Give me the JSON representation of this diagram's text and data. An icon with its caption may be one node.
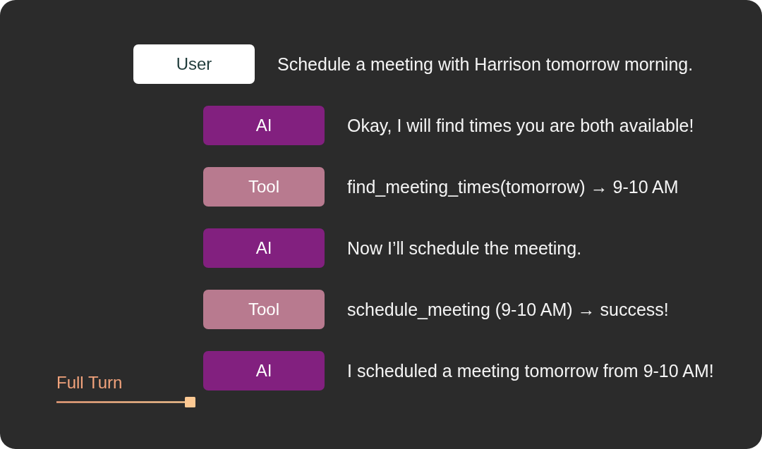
{
  "diagram": {
    "nodes": [
      {
        "text": [
          "User"
        ],
        "beside": [
          "Schedule a meeting with Harrison tomorrow morning."
        ]
      },
      {
        "text": [
          "AI"
        ],
        "beside": [
          "Okay, I will find times you are both available!"
        ]
      },
      {
        "text": [
          "Tool"
        ],
        "beside": [
          "find_meeting_times(tomorrow) → 9-10 AM"
        ]
      },
      {
        "text": [
          "AI"
        ],
        "beside": [
          "Now I’ll schedule the meeting."
        ]
      },
      {
        "text": [
          "Tool"
        ],
        "beside": [
          "schedule_meeting (9-10 AM) → success!"
        ]
      },
      {
        "text": [
          "AI"
        ],
        "beside": [
          "I scheduled a meeting tomorrow from 9-10 AM!"
        ]
      }
    ],
    "labels": [
      "Full Turn"
    ]
  }
}
